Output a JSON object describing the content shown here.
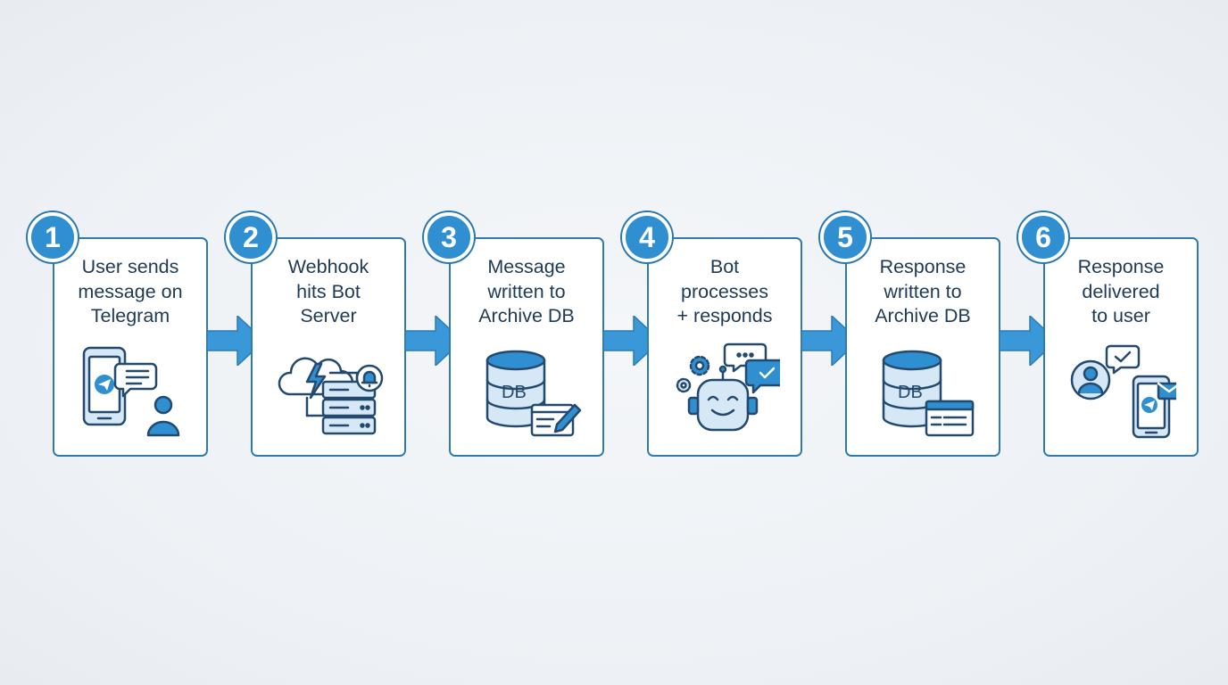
{
  "steps": [
    {
      "number": "1",
      "label": "User sends\nmessage on\nTelegram",
      "icon": "phone-telegram-user-icon"
    },
    {
      "number": "2",
      "label": "Webhook\nhits Bot\nServer",
      "icon": "cloud-server-icon"
    },
    {
      "number": "3",
      "label": "Message\nwritten to\nArchive DB",
      "icon": "database-write-icon",
      "icon_text": "DB"
    },
    {
      "number": "4",
      "label": "Bot\nprocesses\n+ responds",
      "icon": "robot-gears-icon"
    },
    {
      "number": "5",
      "label": "Response\nwritten to\nArchive DB",
      "icon": "database-record-icon",
      "icon_text": "DB"
    },
    {
      "number": "6",
      "label": "Response\ndelivered\nto user",
      "icon": "user-phone-delivery-icon"
    }
  ],
  "colors": {
    "border": "#2f7bb0",
    "badge": "#2f8fd0",
    "arrow": "#3a98d8",
    "icon_fill": "#d6e8f6",
    "icon_stroke": "#234a6e",
    "text": "#1e3a56"
  }
}
